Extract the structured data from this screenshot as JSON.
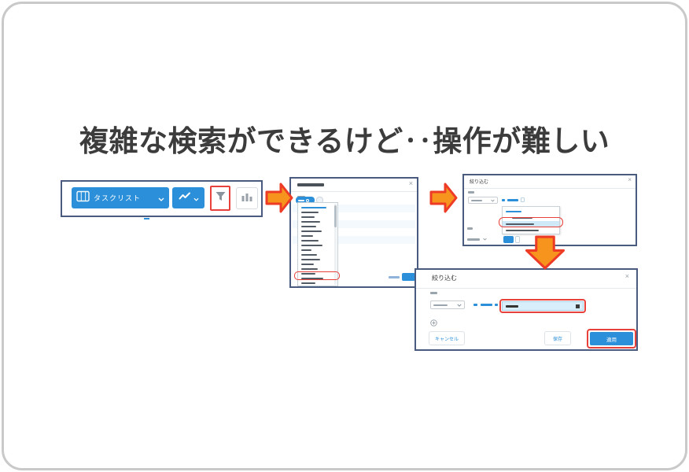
{
  "slide": {
    "title": "複雑な検索ができるけど‥操作が難しい"
  },
  "toolbar": {
    "view_selector_label": "タスクリスト",
    "icons": [
      "table-view-icon",
      "line-chart-icon",
      "chevron-down-icon",
      "funnel-icon",
      "bar-chart-icon"
    ]
  },
  "field_picker_dialog": {
    "close_label": "×",
    "list_rows": [
      {
        "w": 32,
        "link": true
      },
      {
        "w": 22
      },
      {
        "w": 17
      },
      {
        "w": 24
      },
      {
        "w": 19
      },
      {
        "w": 26
      },
      {
        "w": 15
      },
      {
        "w": 22
      },
      {
        "w": 27
      },
      {
        "w": 13
      },
      {
        "w": 20
      },
      {
        "w": 24
      },
      {
        "w": 16
      },
      {
        "w": 21
      },
      {
        "w": 18
      },
      {
        "w": 28
      },
      {
        "w": 18
      }
    ]
  },
  "filter_dialog_small": {
    "title": "絞り込む",
    "close_label": "×",
    "menu_rows": [
      {
        "w": 20,
        "link": true
      },
      {
        "w": 26,
        "indent": 8
      },
      {
        "w": 36,
        "hl": true
      },
      {
        "w": 42
      }
    ]
  },
  "filter_dialog_large": {
    "title": "絞り込む",
    "close_label": "×",
    "buttons": {
      "cancel": "キャンセル",
      "save": "保存",
      "apply": "適用"
    }
  },
  "colors": {
    "accent_blue": "#2b8fd9",
    "panel_border": "#4a5b80",
    "highlight_red": "#e8403a",
    "arrow_fill": "#f7941e",
    "arrow_outline": "#ee3b26",
    "menu_highlight": "#cfe9f8",
    "input_highlight": "#d8eefb"
  }
}
